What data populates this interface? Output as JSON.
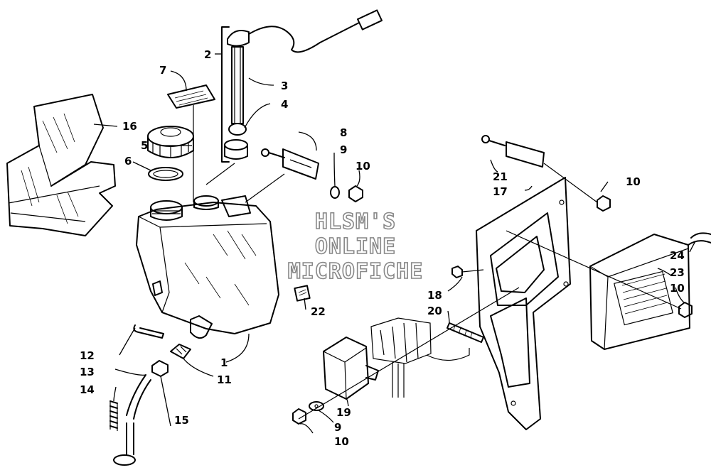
{
  "watermark": [
    "HLSM'S",
    "ONLINE",
    "MICROFICHE"
  ],
  "callouts": {
    "c1": "1",
    "c2": "2",
    "c3": "3",
    "c4": "4",
    "c5": "5",
    "c6": "6",
    "c7": "7",
    "c8": "8",
    "c9a": "9",
    "c9b": "9",
    "c10a": "10",
    "c10b": "10",
    "c10c": "10",
    "c10d": "10",
    "c11": "11",
    "c12": "12",
    "c13": "13",
    "c14": "14",
    "c15": "15",
    "c16": "16",
    "c17": "17",
    "c18": "18",
    "c19": "19",
    "c20": "20",
    "c21": "21",
    "c22": "22",
    "c23": "23",
    "c24": "24"
  }
}
